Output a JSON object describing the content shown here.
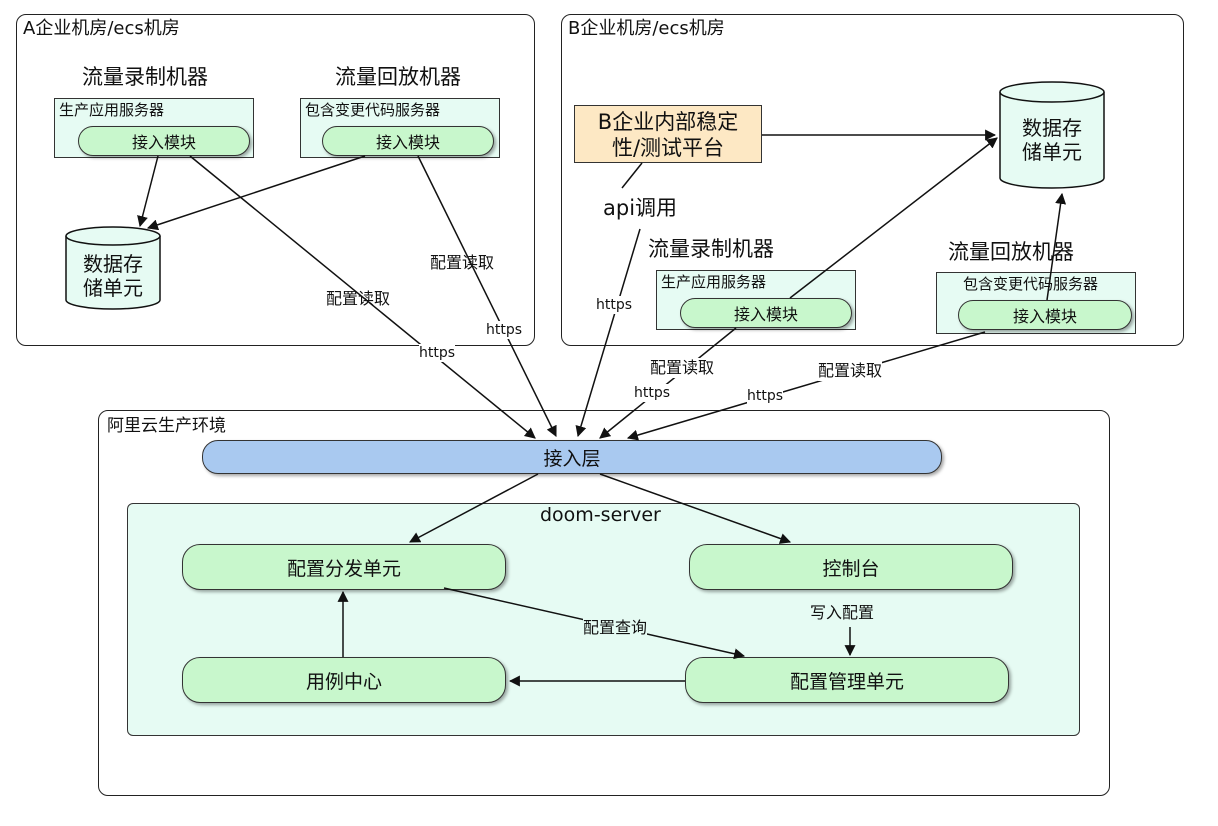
{
  "panel_a": {
    "title": "A企业机房/ecs机房",
    "record_machine_label": "流量录制机器",
    "replay_machine_label": "流量回放机器",
    "record_server_title": "生产应用服务器",
    "record_module": "接入模块",
    "replay_server_title": "包含变更代码服务器",
    "replay_module": "接入模块",
    "storage_line1": "数据存",
    "storage_line2": "储单元",
    "config_read_1": "配置读取",
    "config_read_2": "配置读取"
  },
  "panel_b": {
    "title": "B企业机房/ecs机房",
    "platform_line1": "B企业内部稳定",
    "platform_line2": "性/测试平台",
    "api_call": "api调用",
    "record_machine_label": "流量录制机器",
    "replay_machine_label": "流量回放机器",
    "record_server_title": "生产应用服务器",
    "record_module": "接入模块",
    "replay_server_title": "包含变更代码服务器",
    "replay_module": "接入模块",
    "storage_line1": "数据存",
    "storage_line2": "储单元"
  },
  "links": {
    "https_1": "https",
    "https_2": "https",
    "https_3": "https",
    "https_4": "https",
    "https_5": "https",
    "config_read_3": "配置读取",
    "config_read_4": "配置读取"
  },
  "cloud": {
    "title": "阿里云生产环境",
    "access_layer": "接入层",
    "server_title": "doom-server",
    "config_dispatch": "配置分发单元",
    "console": "控制台",
    "case_center": "用例中心",
    "config_manage": "配置管理单元",
    "write_config": "写入配置",
    "config_query": "配置查询"
  },
  "colors": {
    "pill_fill": "#c8f7cc",
    "server_fill": "#e6fbf3",
    "access_fill": "#a9c9f0",
    "platform_fill": "#fde8c4",
    "storage_fill": "#e6fbf3",
    "line": "#111111"
  }
}
